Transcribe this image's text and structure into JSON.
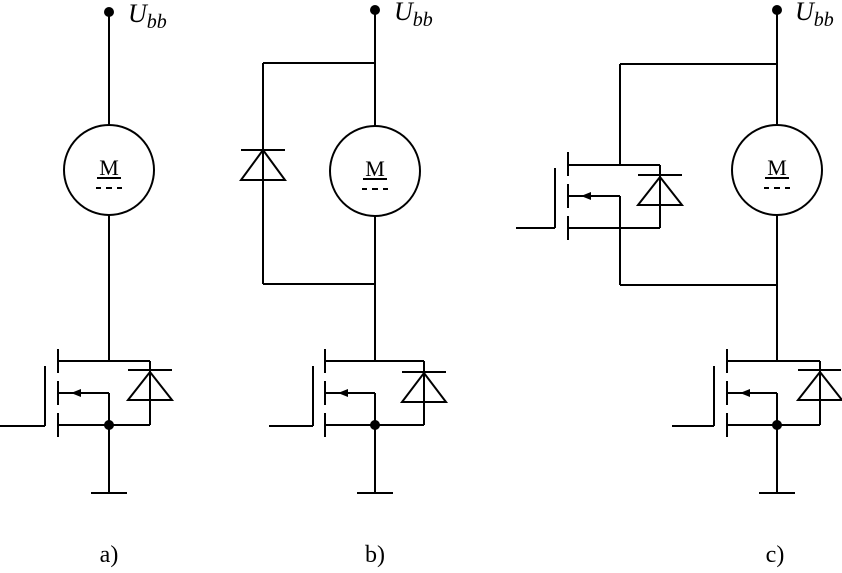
{
  "supply": {
    "symbol": "U",
    "subscript": "bb"
  },
  "motor": {
    "letter": "M"
  },
  "captions": [
    "a)",
    "b)",
    "c)"
  ]
}
